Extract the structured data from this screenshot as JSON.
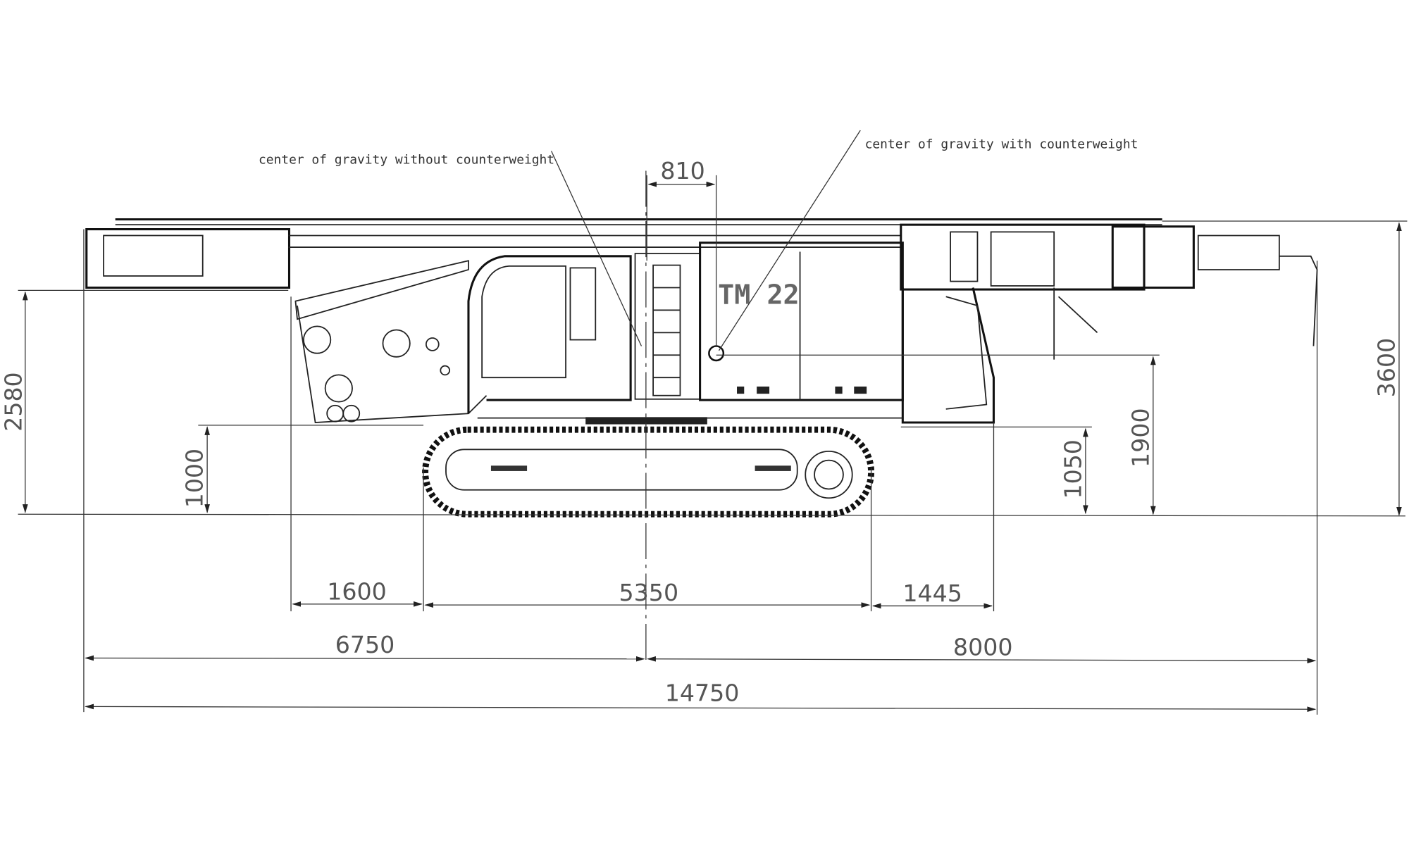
{
  "drawing": {
    "annotations": {
      "cog_without": "center of gravity without counterweight",
      "cog_with": "center of gravity with counterweight"
    },
    "model_label": "TM 22",
    "dimensions": {
      "d810": "810",
      "d2580": "2580",
      "d1000": "1000",
      "d1050": "1050",
      "d1900": "1900",
      "d3600": "3600",
      "d1600": "1600",
      "d5350": "5350",
      "d1445": "1445",
      "d6750": "6750",
      "d8000": "8000",
      "d14750": "14750"
    }
  }
}
